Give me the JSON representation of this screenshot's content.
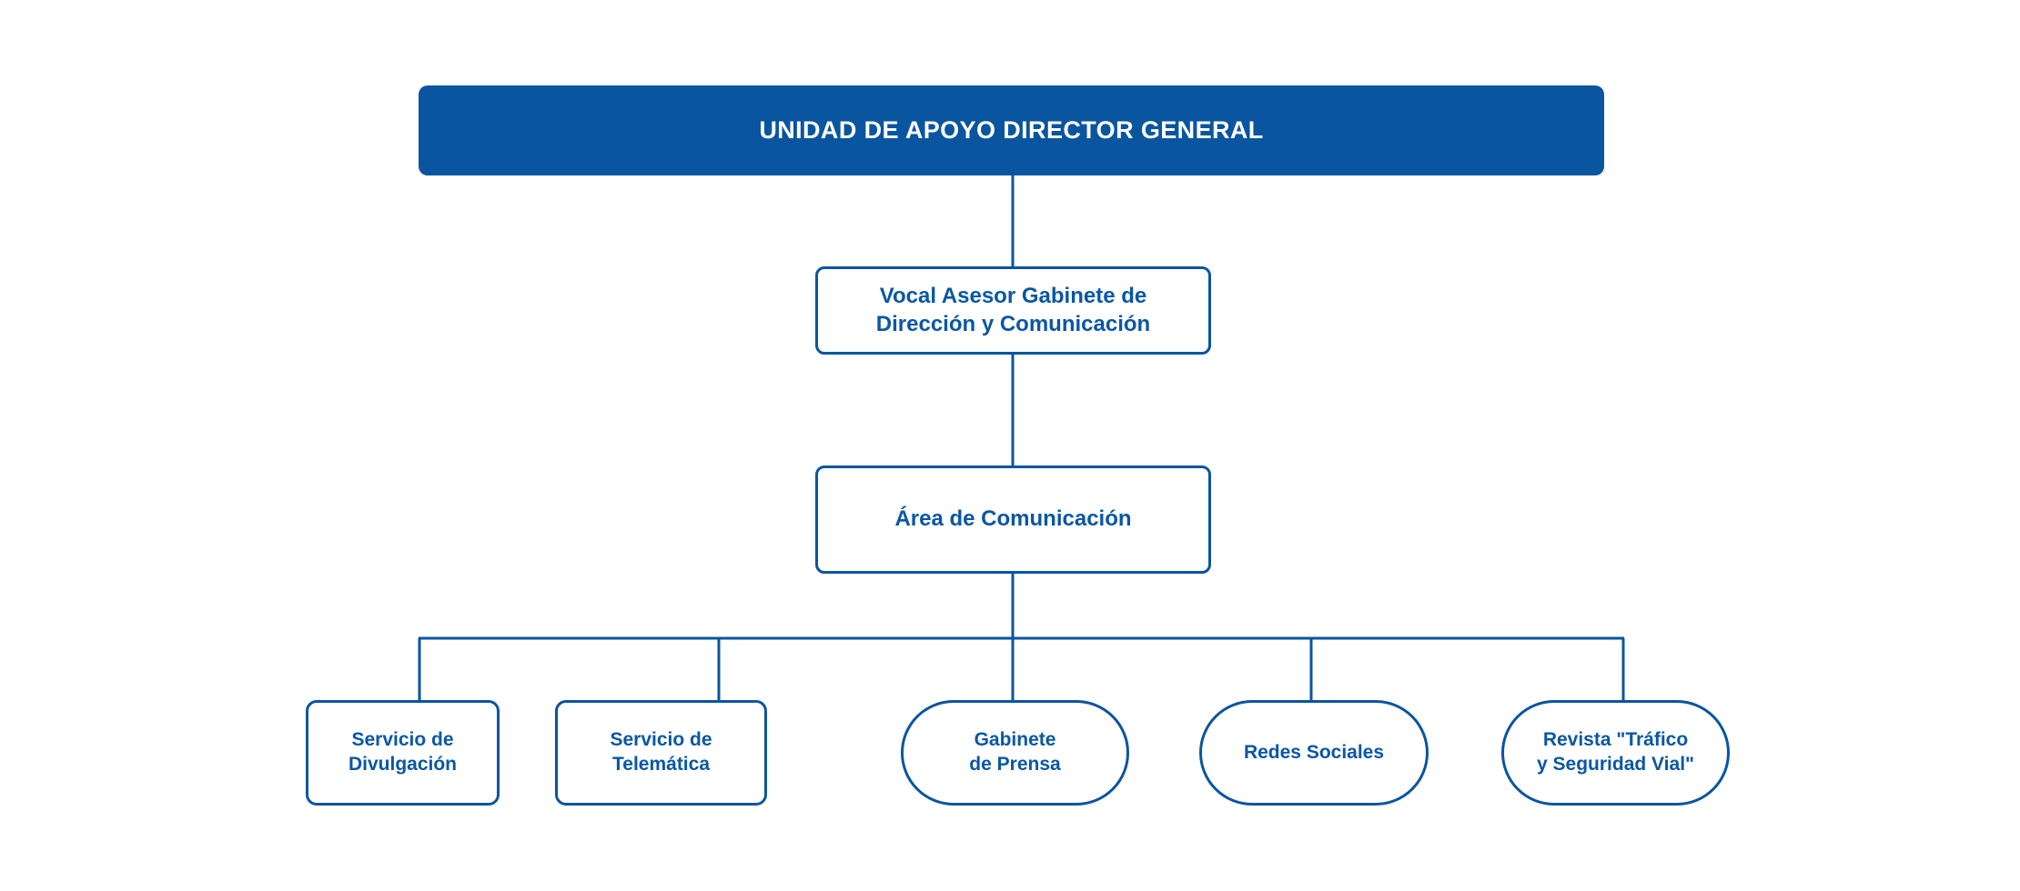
{
  "chart_data": {
    "type": "diagram",
    "subtype": "organizational-chart",
    "title": "UNIDAD DE APOYO DIRECTOR GENERAL",
    "orientation": "top-down",
    "colors": {
      "root_fill": "#0A55A0",
      "root_text": "#FFFFFF",
      "node_border": "#0A55A0",
      "node_fill": "#FFFFFF",
      "node_text": "#0A57A4",
      "connector": "#0A55A0",
      "background": "#FFFFFF"
    },
    "levels": [
      {
        "level": 0,
        "labels": [
          "UNIDAD DE APOYO DIRECTOR GENERAL"
        ]
      },
      {
        "level": 1,
        "labels": [
          "Vocal Asesor Gabinete de Dirección y Comunicación"
        ]
      },
      {
        "level": 2,
        "labels": [
          "Área de Comunicación"
        ]
      },
      {
        "level": 3,
        "labels": [
          "Servicio de Divulgación",
          "Servicio de Telemática",
          "Gabinete de Prensa",
          "Redes Sociales",
          "Revista \"Tráfico y Seguridad Vial\""
        ]
      }
    ],
    "edges": [
      {
        "from": "UNIDAD DE APOYO DIRECTOR GENERAL",
        "to": "Vocal Asesor Gabinete de Dirección y Comunicación"
      },
      {
        "from": "Vocal Asesor Gabinete de Dirección y Comunicación",
        "to": "Área de Comunicación"
      },
      {
        "from": "Área de Comunicación",
        "to": "Servicio de Divulgación"
      },
      {
        "from": "Área de Comunicación",
        "to": "Servicio de Telemática"
      },
      {
        "from": "Área de Comunicación",
        "to": "Gabinete de Prensa"
      },
      {
        "from": "Área de Comunicación",
        "to": "Redes Sociales"
      },
      {
        "from": "Área de Comunicación",
        "to": "Revista \"Tráfico y Seguridad Vial\""
      }
    ]
  },
  "root": {
    "label": "UNIDAD DE APOYO DIRECTOR GENERAL"
  },
  "branches": [
    {
      "line1": "Vocal Asesor Gabinete de",
      "line2": "Dirección y Comunicación"
    },
    {
      "line1": "Área de Comunicación"
    }
  ],
  "leaves": [
    {
      "line1": "Servicio de",
      "line2": "Divulgación",
      "shape": "rect"
    },
    {
      "line1": "Servicio de",
      "line2": "Telemática",
      "shape": "rect"
    },
    {
      "line1": "Gabinete",
      "line2": "de Prensa",
      "shape": "pill"
    },
    {
      "line1": "Redes Sociales",
      "line2": "",
      "shape": "pill"
    },
    {
      "line1": "Revista \"Tráfico",
      "line2": "y Seguridad Vial\"",
      "shape": "pill"
    }
  ]
}
